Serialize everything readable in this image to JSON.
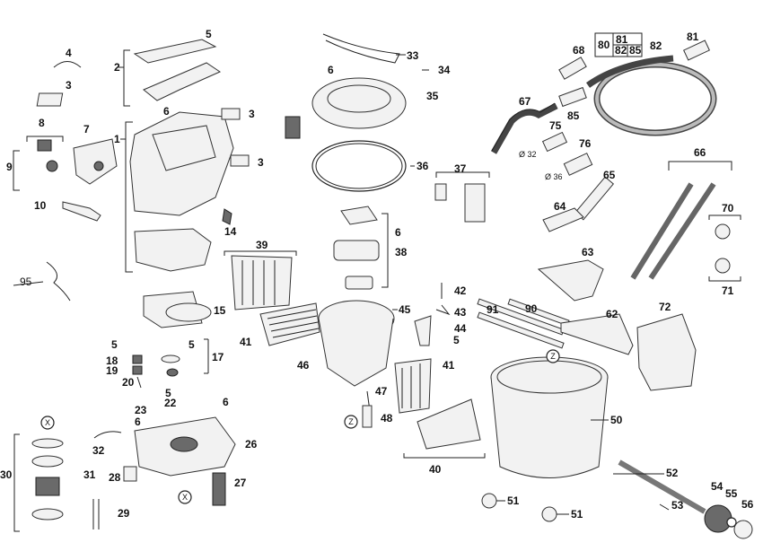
{
  "callouts": {
    "c1": "1",
    "c2": "2",
    "c3a": "3",
    "c3b": "3",
    "c3c": "3",
    "c4": "4",
    "c5a": "5",
    "c5b": "5",
    "c5c": "5",
    "c5d": "5",
    "c6a": "6",
    "c6b": "6",
    "c6c": "6",
    "c6d": "6",
    "c6e": "6",
    "c7": "7",
    "c8": "8",
    "c9": "9",
    "c10": "10",
    "c14": "14",
    "c15": "15",
    "c17": "17",
    "c18": "18",
    "c19": "19",
    "c20": "20",
    "c22": "22",
    "c23": "23",
    "c26": "26",
    "c27": "27",
    "c28": "28",
    "c29": "29",
    "c30": "30",
    "c31": "31",
    "c32": "32",
    "c33": "33",
    "c34": "34",
    "c35": "35",
    "c36": "36",
    "c37": "37",
    "c38": "38",
    "c39": "39",
    "c40": "40",
    "c41a": "41",
    "c41b": "41",
    "c42": "42",
    "c43": "43",
    "c44": "44",
    "c45": "45",
    "c46": "46",
    "c47": "47",
    "c48": "48",
    "c50": "50",
    "c51a": "51",
    "c51b": "51",
    "c52": "52",
    "c53": "53",
    "c54": "54",
    "c55": "55",
    "c56": "56",
    "c62": "62",
    "c63": "63",
    "c64": "64",
    "c65": "65",
    "c66": "66",
    "c67": "67",
    "c68": "68",
    "c70": "70",
    "c71": "71",
    "c72": "72",
    "c75": "75",
    "c76": "76",
    "c81a": "81",
    "c81b": "81",
    "c82a": "82",
    "c82b": "82",
    "c85a": "85",
    "c85b": "85",
    "c80": "80",
    "c90": "90",
    "c91": "91",
    "c95": "95"
  },
  "markers": {
    "x1": "X",
    "x2": "X",
    "z1": "Z",
    "z2": "Z"
  },
  "dims": {
    "d32": "Ø 32",
    "d36": "Ø 36"
  }
}
